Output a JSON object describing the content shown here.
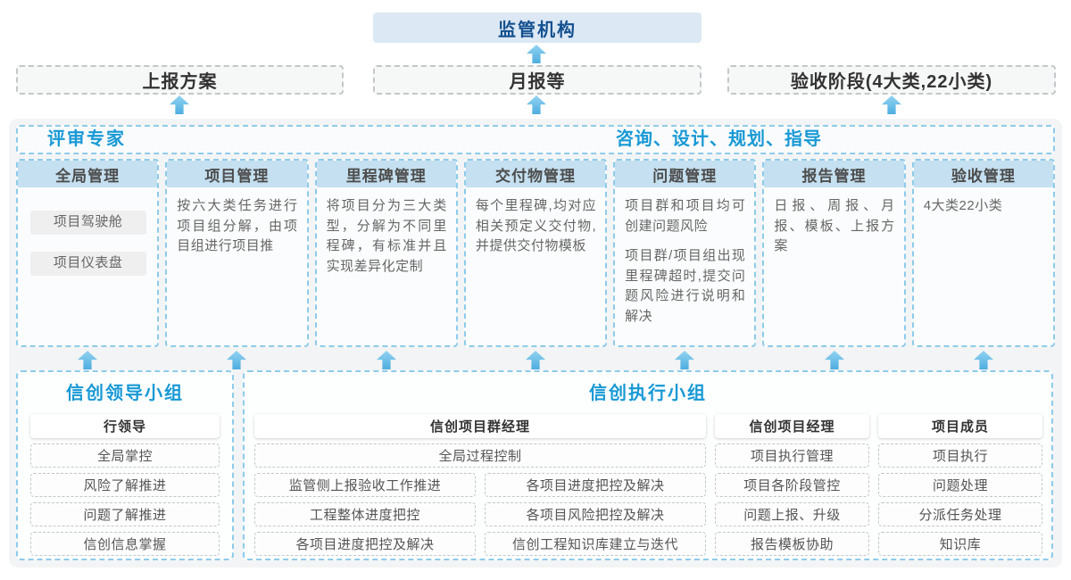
{
  "accent": {
    "blue_title": "#1899d5",
    "navy": "#14508f",
    "dashed_blue": "#8ecbea",
    "header_band": "#c5e0f0",
    "arrow": "#4dade0"
  },
  "top": {
    "regulator_label": "监管机构"
  },
  "reports": [
    {
      "label": "上报方案"
    },
    {
      "label": "月报等"
    },
    {
      "label": "验收阶段(4大类,22小类)"
    }
  ],
  "platform": {
    "left_header": "评审专家",
    "right_header": "咨询、设计、规划、指导",
    "columns": [
      {
        "title": "全局管理",
        "items": [
          "项目驾驶舱",
          "项目仪表盘"
        ]
      },
      {
        "title": "项目管理",
        "body": "按六大类任务进行项目组分解，由项目组进行项目推"
      },
      {
        "title": "里程碑管理",
        "body": "将项目分为三大类型，分解为不同里程碑，有标准并且实现差异化定制"
      },
      {
        "title": "交付物管理",
        "body": "每个里程碑,均对应相关预定义交付物,并提供交付物模板"
      },
      {
        "title": "问题管理",
        "body": "项目群和项目均可创建问题风险",
        "body2": "项目群/项目组出现里程碑超时,提交问题风险进行说明和解决"
      },
      {
        "title": "报告管理",
        "body": "日报、周报、月报、模板、上报方案"
      },
      {
        "title": "验收管理",
        "body": "4大类22小类"
      }
    ]
  },
  "groups": {
    "leadership": {
      "title": "信创领导小组",
      "role": "行领导",
      "items": [
        "全局掌控",
        "风险了解推进",
        "问题了解推进",
        "信创信息掌握"
      ]
    },
    "execution": {
      "title": "信创执行小组",
      "pg_manager": {
        "role": "信创项目群经理",
        "full_item": "全局过程控制",
        "left_items": [
          "监管侧上报验收工作推进",
          "工程整体进度把控",
          "各项目进度把控及解决"
        ],
        "right_items": [
          "各项目进度把控及解决",
          "各项目风险把控及解决",
          "信创工程知识库建立与迭代"
        ]
      },
      "pm": {
        "role": "信创项目经理",
        "items": [
          "项目执行管理",
          "项目各阶段管控",
          "问题上报、升级",
          "报告模板协助"
        ]
      },
      "member": {
        "role": "项目成员",
        "items": [
          "项目执行",
          "问题处理",
          "分派任务处理",
          "知识库"
        ]
      }
    }
  }
}
